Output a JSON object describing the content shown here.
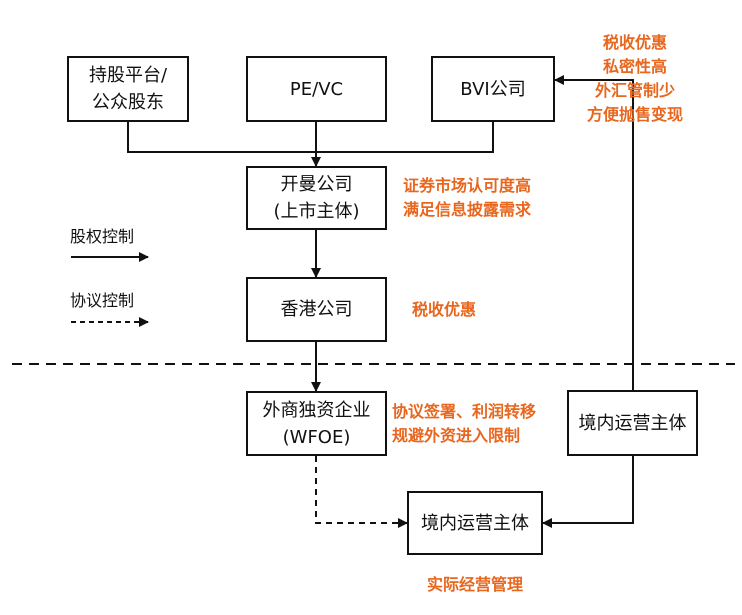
{
  "boxes": {
    "holding_platform": [
      "持股平台/",
      "公众股东"
    ],
    "pe_vc": [
      "PE/VC"
    ],
    "bvi": [
      "BVI公司"
    ],
    "kaiman": [
      "开曼公司",
      "(上市主体)"
    ],
    "hongkong": [
      "香港公司"
    ],
    "wfoe": [
      "外商独资企业",
      "(WFOE)"
    ],
    "domestic_right": [
      "境内运营主体"
    ],
    "domestic_bottom": [
      "境内运营主体"
    ]
  },
  "legend": {
    "equity_control": "股权控制",
    "agreement_control": "协议控制"
  },
  "notes": {
    "bvi": [
      "税收优惠",
      "私密性高",
      "外汇管制少",
      "方便抛售变现"
    ],
    "kaiman": [
      "证券市场认可度高",
      "满足信息披露需求"
    ],
    "hongkong": [
      "税收优惠"
    ],
    "wfoe": [
      "协议签署、利润转移",
      "规避外资进入限制"
    ],
    "domestic": [
      "实际经营管理"
    ]
  },
  "colors": {
    "note": "#e8671f",
    "line": "#111111"
  }
}
